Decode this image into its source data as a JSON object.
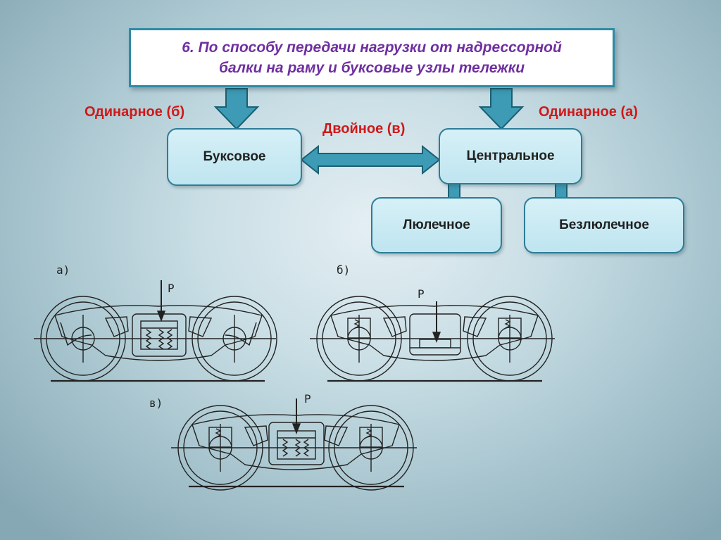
{
  "title": {
    "line1": "6. По способу передачи нагрузки от надрессорной",
    "line2": "балки на раму и буксовые узлы тележки"
  },
  "labels": {
    "single_b": "Одинарное (б)",
    "single_a": "Одинарное (а)",
    "double_v": "Двойное (в)"
  },
  "nodes": {
    "buksovoe": "Буксовое",
    "centralnoe": "Центральное",
    "lyulechnoe": "Люлечное",
    "bezlyulechnoe": "Безлюлечное"
  },
  "drawings": {
    "a_letter": "а)",
    "b_letter": "б)",
    "v_letter": "в)",
    "load_label": "P"
  },
  "colors": {
    "arrow_fill": "#3d9bb5",
    "arrow_stroke": "#1c5f73",
    "title_text": "#6f2fa0",
    "label_red": "#d01818"
  }
}
